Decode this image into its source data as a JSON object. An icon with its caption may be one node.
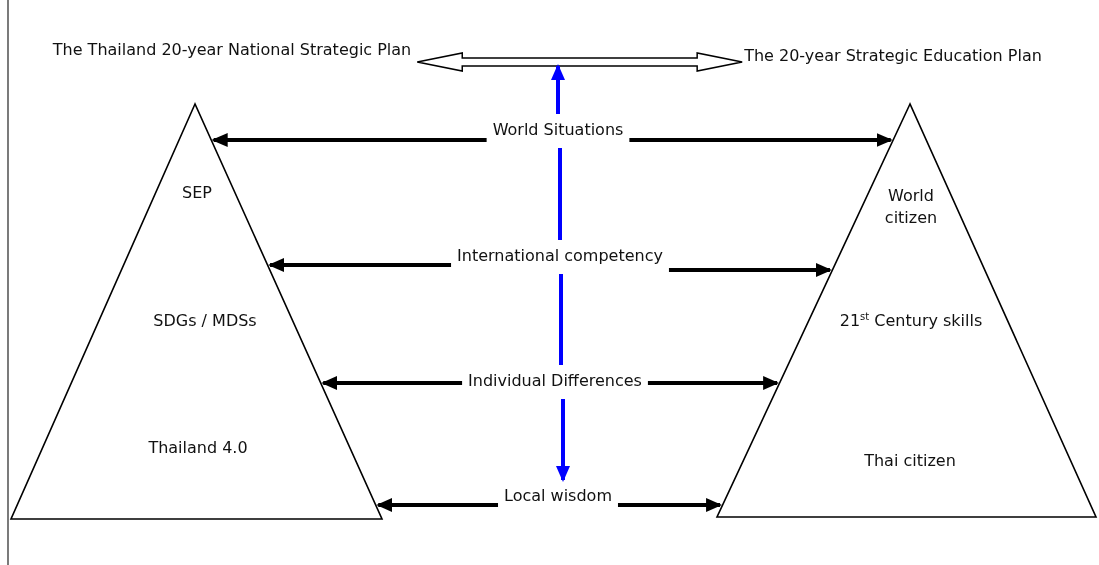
{
  "diagram": {
    "nodes": [
      {
        "text": [
          "The Thailand 20-year National Strategic Plan"
        ]
      },
      {
        "text": [
          "The 20-year Strategic Education Plan"
        ]
      },
      {
        "text": [
          "SEP",
          "SDGs / MDSs",
          "Thailand 4.0"
        ]
      },
      {
        "text": [
          "World citizen",
          "21$^{st}$ Century skills",
          "Thai citizen"
        ]
      },
      {
        "text": [
          "World Situations"
        ]
      },
      {
        "text": [
          "International competency"
        ]
      },
      {
        "text": [
          "Individual Differences"
        ]
      },
      {
        "text": [
          "Local wisdom"
        ]
      }
    ],
    "edges": [
      {
        "from": 0,
        "to": 1,
        "arrow": "both",
        "style": "thick"
      },
      {
        "from": 4,
        "to": null,
        "arrow": "to",
        "color": "#0000ff"
      },
      {
        "from": 4,
        "to": 5,
        "arrow": "none",
        "color": "#0000ff"
      },
      {
        "from": 5,
        "to": 6,
        "arrow": "none",
        "color": "#0000ff"
      },
      {
        "from": 6,
        "to": 7,
        "arrow": "to",
        "color": "#0000ff"
      },
      {
        "from": 4,
        "to": 2,
        "arrow": "to"
      },
      {
        "from": 4,
        "to": 3,
        "arrow": "to"
      },
      {
        "from": 5,
        "to": 2,
        "arrow": "to"
      },
      {
        "from": 5,
        "to": 3,
        "arrow": "to"
      },
      {
        "from": 6,
        "to": 2,
        "arrow": "to"
      },
      {
        "from": 6,
        "to": 3,
        "arrow": "to"
      },
      {
        "from": 7,
        "to": 2,
        "arrow": "to"
      },
      {
        "from": 7,
        "to": 3,
        "arrow": "to"
      }
    ]
  }
}
